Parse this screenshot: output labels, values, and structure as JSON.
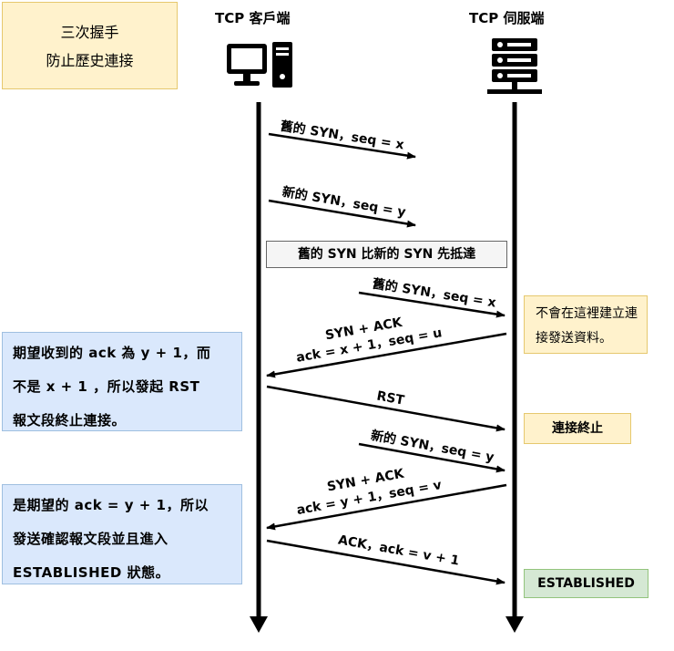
{
  "title_box": {
    "line1": "三次握手",
    "line2": "防止歷史連接"
  },
  "client": {
    "label": "TCP 客戶端",
    "icon": "computer-icon"
  },
  "server": {
    "label": "TCP 伺服端",
    "icon": "server-icon"
  },
  "messages": {
    "m1": "舊的 SYN，seq = x",
    "m2": "新的 SYN，seq = y",
    "m3": "舊的 SYN，seq = x",
    "m4a": "SYN + ACK",
    "m4b": "ack = x + 1，seq = u",
    "m5": "RST",
    "m6": "新的 SYN，seq = y",
    "m7a": "SYN + ACK",
    "m7b": "ack = y + 1，seq = v",
    "m8": "ACK，ack = v + 1"
  },
  "mid_box": "舊的 SYN 比新的 SYN 先抵達",
  "notes_left": {
    "n1": [
      "期望收到的 ack 為 y + 1，而",
      "不是 x + 1 ，所以發起 RST",
      "報文段終止連接。"
    ],
    "n2": [
      "是期望的 ack = y + 1，所以",
      "發送確認報文段並且進入",
      "ESTABLISHED 狀態。"
    ]
  },
  "notes_right": {
    "r1": [
      "不會在這裡建立連",
      "接發送資料。"
    ],
    "r2": "連接終止",
    "r3": "ESTABLISHED"
  }
}
